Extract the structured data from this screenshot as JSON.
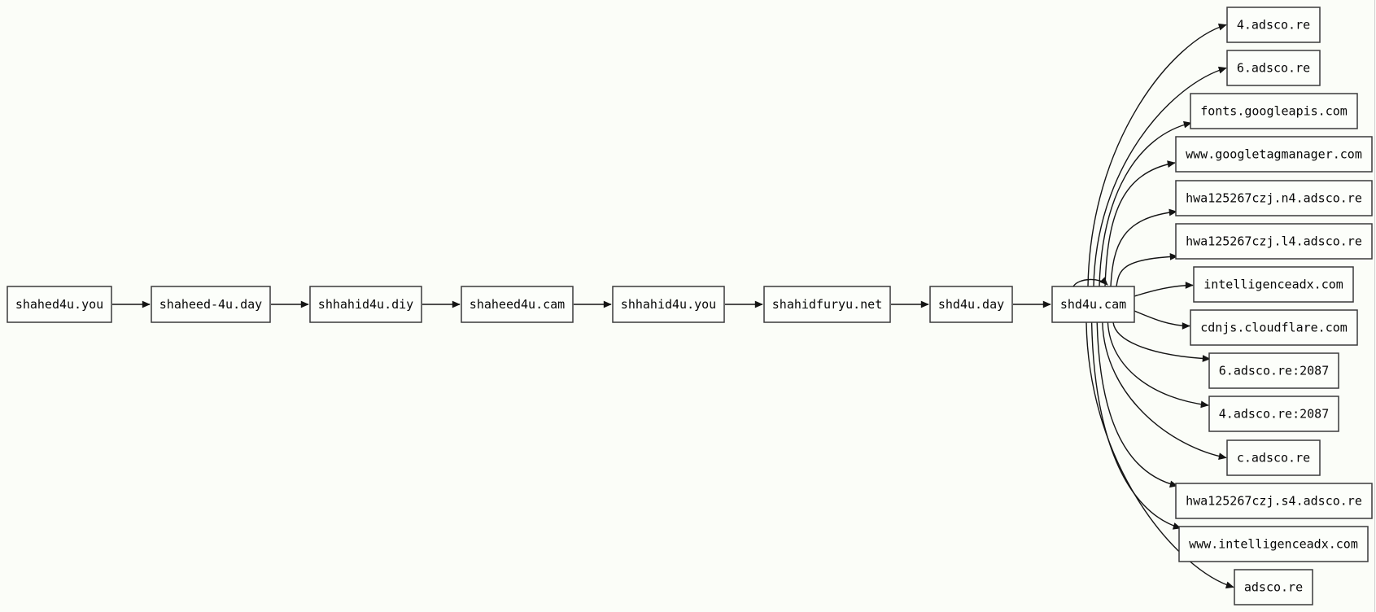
{
  "diagram": {
    "type": "redirect-graph",
    "background_color": "#fbfdf8",
    "node_fill_color": "#fcfefa",
    "node_border_color": "#3a3a3a",
    "edge_color": "#141414",
    "text_color": "#070707",
    "right_edge_line_color": "#cfcfcf",
    "chain_nodes": [
      "shahed4u.you",
      "shaheed-4u.day",
      "shhahid4u.diy",
      "shaheed4u.cam",
      "shhahid4u.you",
      "shahidfuryu.net",
      "shd4u.day",
      "shd4u.cam"
    ],
    "hub_node": "shd4u.cam",
    "hub_has_self_loop": true,
    "target_nodes": [
      "4.adsco.re",
      "6.adsco.re",
      "fonts.googleapis.com",
      "www.googletagmanager.com",
      "hwa125267czj.n4.adsco.re",
      "hwa125267czj.l4.adsco.re",
      "intelligenceadx.com",
      "cdnjs.cloudflare.com",
      "6.adsco.re:2087",
      "4.adsco.re:2087",
      "c.adsco.re",
      "hwa125267czj.s4.adsco.re",
      "www.intelligenceadx.com",
      "adsco.re"
    ]
  }
}
